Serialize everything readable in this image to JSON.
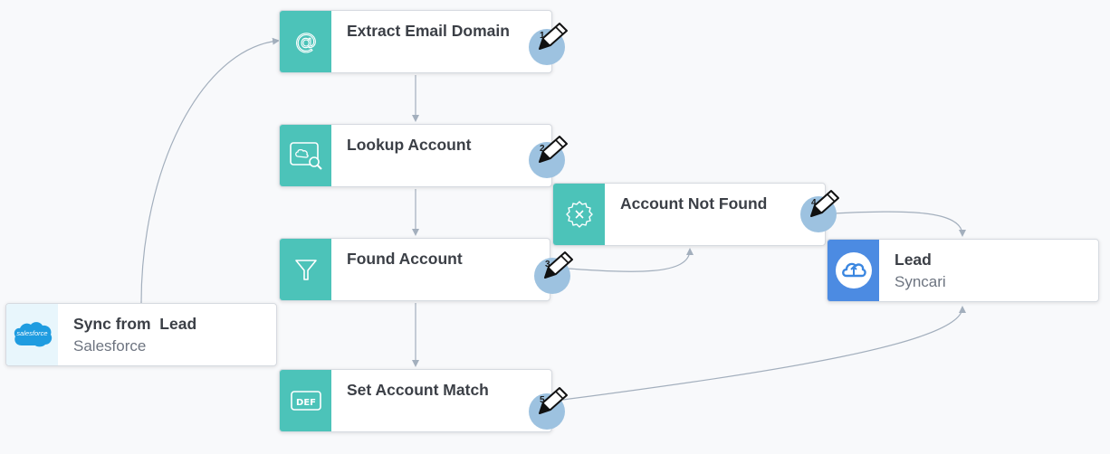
{
  "colors": {
    "action_strip": "#4cc3b9",
    "destination_strip": "#4c8be2",
    "source_strip": "#e8f6fc",
    "edge": "#a3afbd",
    "badge": "#9dc2e0"
  },
  "source": {
    "title": "Sync from  Lead",
    "subtitle": "Salesforce",
    "logo_text": "salesforce",
    "icon": "salesforce-cloud-icon"
  },
  "destination": {
    "title": "Lead",
    "subtitle": "Syncari",
    "icon": "syncari-cloud-icon"
  },
  "steps": [
    {
      "title": "Extract Email Domain",
      "icon": "at-sign-icon",
      "badge": "1"
    },
    {
      "title": "Lookup Account",
      "icon": "lookup-icon",
      "badge": "2"
    },
    {
      "title": "Found Account",
      "icon": "funnel-icon",
      "badge": "3"
    },
    {
      "title": "Account Not Found",
      "icon": "gear-x-icon",
      "badge": "4"
    },
    {
      "title": "Set Account Match",
      "icon": "def-icon",
      "badge": "5"
    }
  ]
}
